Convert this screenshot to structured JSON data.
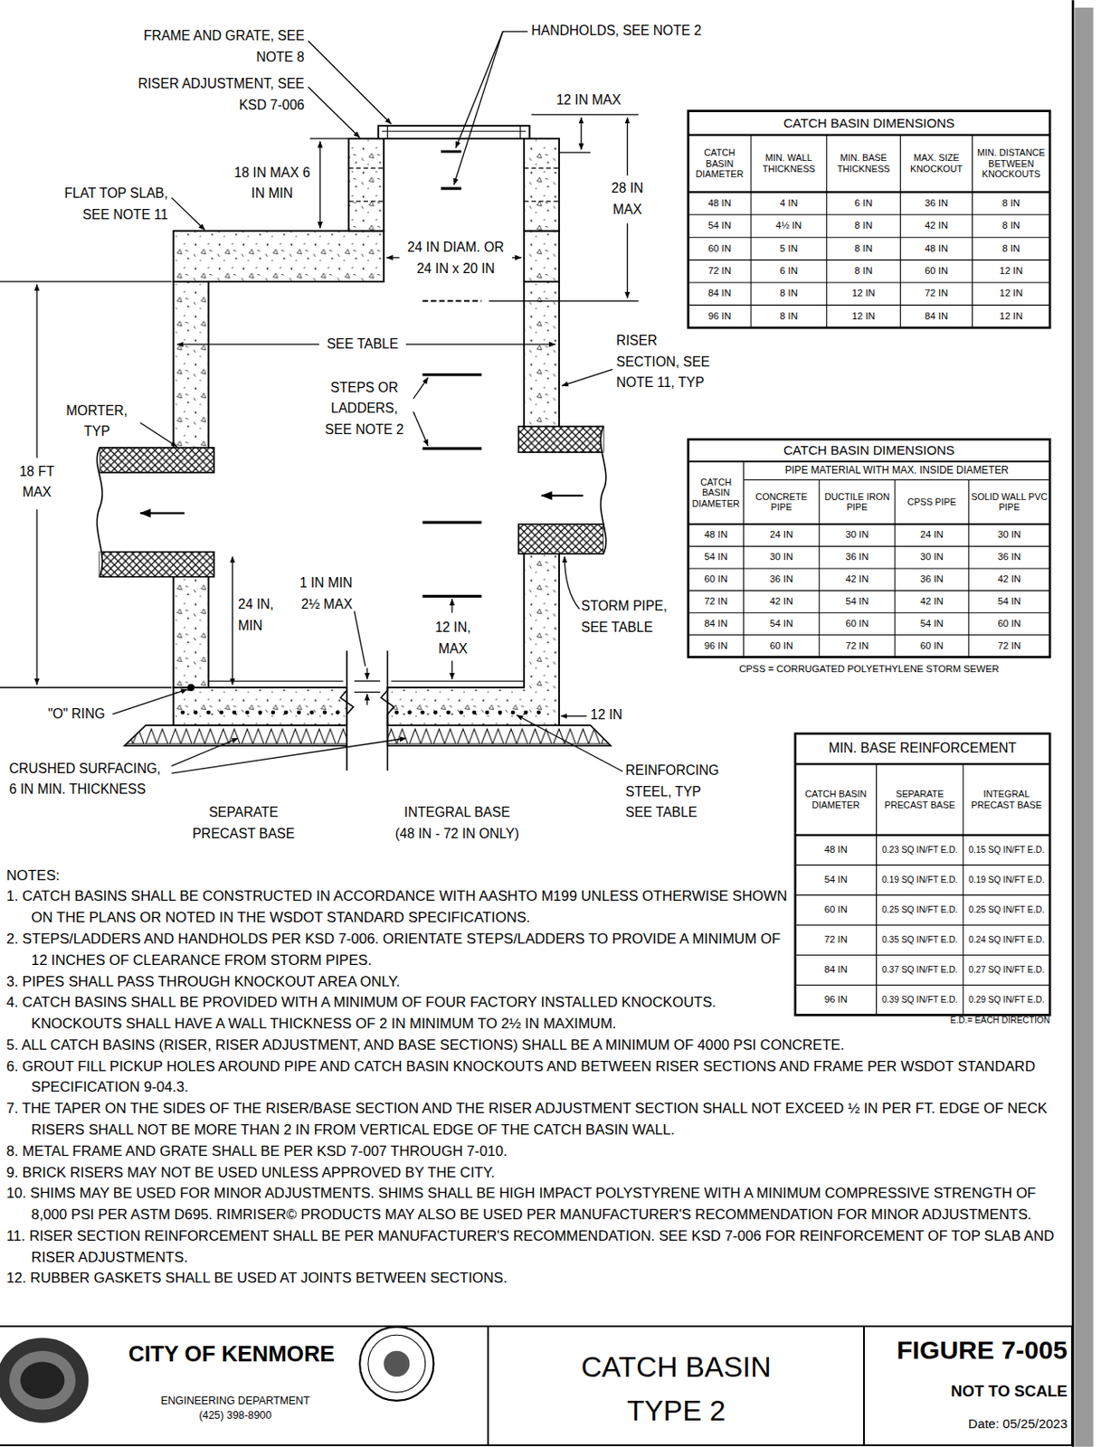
{
  "diagram": {
    "nodes": [
      {
        "text": [
          "CITY OF KENMORE",
          "ENGINEERING DEPARTMENT (425) 398-8900"
        ]
      },
      {
        "text": [
          "CATCH BASIN TYPE 2"
        ]
      },
      {
        "text": [
          "FIGURE 7-005",
          "NOT TO SCALE",
          "Date: 05/25/2023"
        ]
      }
    ],
    "labels": [
      "FRAME AND GRATE, SEE NOTE 8",
      "RISER ADJUSTMENT, SEE KSD 7-006",
      "HANDHOLDS, SEE NOTE 2",
      "12 IN MAX",
      "18 IN MAX 6 IN MIN",
      "FLAT TOP SLAB, SEE NOTE 11",
      "28 IN MAX",
      "24 IN DIAM. OR 24 IN x 20 IN",
      "SEE TABLE",
      "RISER SECTION, SEE NOTE 11, TYP",
      "MORTER, TYP",
      "STEPS OR LADDERS, SEE NOTE 2",
      "18 FT MAX",
      "24 IN, MIN",
      "1 IN MIN 2½ MAX",
      "12 IN, MAX",
      "STORM PIPE, SEE TABLE",
      "\"O\" RING",
      "12 IN",
      "CRUSHED SURFACING, 6 IN MIN. THICKNESS",
      "REINFORCING STEEL, TYP SEE TABLE",
      "SEPARATE PRECAST BASE",
      "INTEGRAL BASE (48 IN - 72 IN ONLY)",
      "CATCH BASIN DIMENSIONS",
      "CATCH BASIN DIAMETER",
      "MIN. WALL THICKNESS",
      "MIN. BASE THICKNESS",
      "MAX. SIZE KNOCKOUT",
      "MIN. DISTANCE BETWEEN KNOCKOUTS",
      "48 IN",
      "4 IN",
      "6 IN",
      "36 IN",
      "8 IN",
      "54 IN",
      "4½ IN",
      "8 IN",
      "42 IN",
      "8 IN",
      "60 IN",
      "5 IN",
      "8 IN",
      "48 IN",
      "8 IN",
      "72 IN",
      "6 IN",
      "8 IN",
      "60 IN",
      "12 IN",
      "84 IN",
      "8 IN",
      "12 IN",
      "72 IN",
      "12 IN",
      "96 IN",
      "8 IN",
      "12 IN",
      "84 IN",
      "12 IN",
      "CATCH BASIN DIMENSIONS",
      "CATCH BASIN DIAMETER",
      "PIPE MATERIAL WITH MAX. INSIDE DIAMETER",
      "CONCRETE PIPE",
      "DUCTILE IRON PIPE",
      "CPSS PIPE",
      "SOLID WALL PVC PIPE",
      "48 IN",
      "24 IN",
      "30 IN",
      "24 IN",
      "30 IN",
      "54 IN",
      "30 IN",
      "36 IN",
      "30 IN",
      "36 IN",
      "60 IN",
      "36 IN",
      "42 IN",
      "36 IN",
      "42 IN",
      "72 IN",
      "42 IN",
      "54 IN",
      "42 IN",
      "54 IN",
      "84 IN",
      "54 IN",
      "60 IN",
      "54 IN",
      "60 IN",
      "96 IN",
      "60 IN",
      "72 IN",
      "60 IN",
      "72 IN",
      "CPSS = CORRUGATED POLYETHYLENE STORM SEWER",
      "MIN. BASE REINFORCEMENT",
      "CATCH BASIN DIAMETER",
      "SEPARATE PRECAST BASE",
      "INTEGRAL PRECAST BASE",
      "48 IN",
      "0.23 SQ IN/FT E.D.",
      "0.15 SQ IN/FT E.D.",
      "54 IN",
      "0.19 SQ IN/FT E.D.",
      "0.19 SQ IN/FT E.D.",
      "60 IN",
      "0.25 SQ IN/FT E.D.",
      "0.25 SQ IN/FT E.D.",
      "72 IN",
      "0.35 SQ IN/FT E.D.",
      "0.24 SQ IN/FT E.D.",
      "84 IN",
      "0.37 SQ IN/FT E.D.",
      "0.27 SQ IN/FT E.D.",
      "96 IN",
      "0.39 SQ IN/FT E.D.",
      "0.29 SQ IN/FT E.D.",
      "E.D.= EACH DIRECTION",
      "NOTES:",
      "1. CATCH BASINS SHALL BE CONSTRUCTED IN ACCORDANCE WITH AASHTO M199 UNLESS OTHERWISE SHOWN ON THE PLANS OR NOTED IN THE WSDOT STANDARD SPECIFICATIONS.",
      "2. STEPS/LADDERS AND HANDHOLDS PER KSD 7-006. ORIENTATE STEPS/LADDERS TO PROVIDE A MINIMUM OF 12 INCHES OF CLEARANCE FROM STORM PIPES.",
      "3. PIPES SHALL PASS THROUGH KNOCKOUT AREA ONLY.",
      "4. CATCH BASINS SHALL BE PROVIDED WITH A MINIMUM OF FOUR FACTORY INSTALLED KNOCKOUTS. KNOCKOUTS SHALL HAVE A WALL THICKNESS OF 2 IN MINIMUM TO 2½ IN MAXIMUM.",
      "5. ALL CATCH BASINS (RISER, RISER ADJUSTMENT, AND BASE SECTIONS) SHALL BE A MINIMUM OF 4000 PSI CONCRETE.",
      "6. GROUT FILL PICKUP HOLES AROUND PIPE AND CATCH BASIN KNOCKOUTS AND BETWEEN RISER SECTIONS AND FRAME PER WSDOT STANDARD SPECIFICATION 9-04.3.",
      "7. THE TAPER ON THE SIDES OF THE RISER/BASE SECTION AND THE RISER ADJUSTMENT SECTION SHALL NOT EXCEED ½ IN PER FT. EDGE OF NECK RISERS SHALL NOT BE MORE THAN 2 IN FROM VERTICAL EDGE OF THE CATCH BASIN WALL.",
      "8. METAL FRAME AND GRATE SHALL BE PER KSD 7-007 THROUGH 7-010.",
      "9. BRICK RISERS MAY NOT BE USED UNLESS APPROVED BY THE CITY.",
      "10. SHIMS MAY BE USED FOR MINOR ADJUSTMENTS. SHIMS SHALL BE HIGH IMPACT POLYSTYRENE WITH A MINIMUM COMPRESSIVE STRENGTH OF 8,000 PSI PER ASTM D695. RIMRISER© PRODUCTS MAY ALSO BE USED PER MANUFACTURER'S RECOMMENDATION FOR MINOR ADJUSTMENTS.",
      "11. RISER SECTION REINFORCEMENT SHALL BE PER MANUFACTURER'S RECOMMENDATION. SEE KSD 7-006 FOR REINFORCEMENT OF TOP SLAB AND RISER ADJUSTMENTS.",
      "12. RUBBER GASKETS SHALL BE USED AT JOINTS BETWEEN SECTIONS."
    ]
  }
}
